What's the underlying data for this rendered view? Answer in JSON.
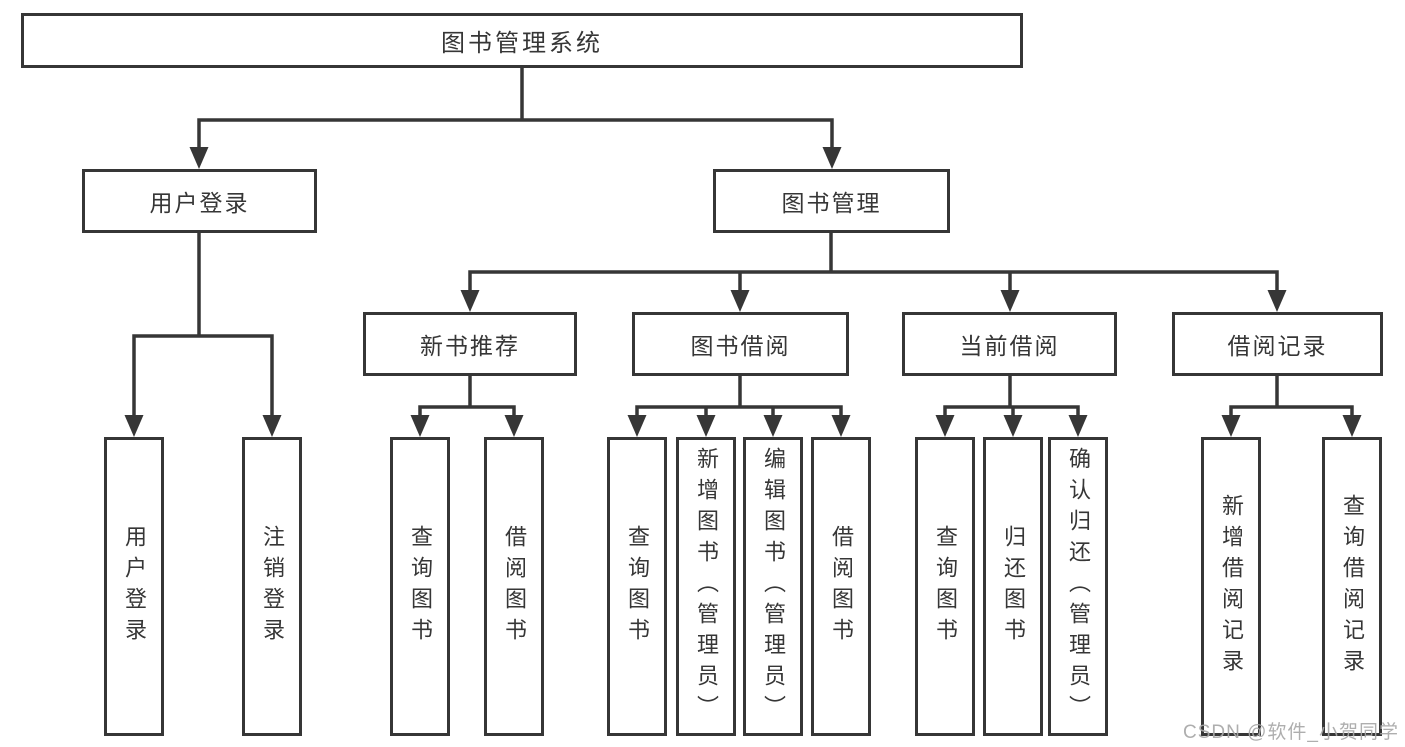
{
  "diagram": {
    "title": "图书管理系统",
    "root": {
      "label": "图书管理系统"
    },
    "branches": [
      {
        "label": "用户登录",
        "children": [
          {
            "label": "用户登录"
          },
          {
            "label": "注销登录"
          }
        ]
      },
      {
        "label": "图书管理",
        "children": [
          {
            "label": "新书推荐",
            "children": [
              {
                "label": "查询图书"
              },
              {
                "label": "借阅图书"
              }
            ]
          },
          {
            "label": "图书借阅",
            "children": [
              {
                "label": "查询图书"
              },
              {
                "label": "新增图书（管理员）"
              },
              {
                "label": "编辑图书（管理员）"
              },
              {
                "label": "借阅图书"
              }
            ]
          },
          {
            "label": "当前借阅",
            "children": [
              {
                "label": "查询图书"
              },
              {
                "label": "归还图书"
              },
              {
                "label": "确认归还（管理员）"
              }
            ]
          },
          {
            "label": "借阅记录",
            "children": [
              {
                "label": "新增借阅记录"
              },
              {
                "label": "查询借阅记录"
              }
            ]
          }
        ]
      }
    ]
  },
  "watermark": {
    "text": "CSDN @软件_小贺同学"
  },
  "colors": {
    "line": "#363636",
    "text": "#363636",
    "background": "#ffffff",
    "watermark": "#a8a8a8"
  }
}
